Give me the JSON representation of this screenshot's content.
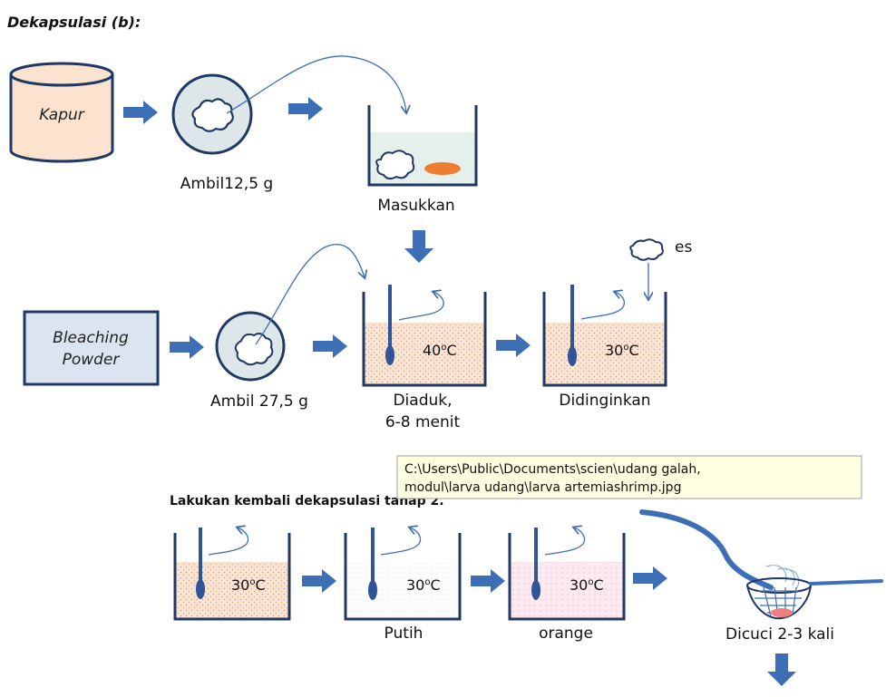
{
  "title": "Dekapsulasi (b):",
  "row1": {
    "container_label": "Kapur",
    "dish_label": "Ambil12,5 g",
    "tank_label": "Masukkan"
  },
  "row2": {
    "box_label_line1": "Bleaching",
    "box_label_line2": "Powder",
    "dish_label": "Ambil 27,5 g",
    "ice_label": "es",
    "beaker1_temp": "40",
    "beaker1_label_line1": "Diaduk,",
    "beaker1_label_line2": "6-8 menit",
    "beaker2_temp": "30",
    "beaker2_label": "Didinginkan"
  },
  "tooltip": {
    "line1": "C:\\Users\\Public\\Documents\\scien\\udang galah,",
    "line2": "modul\\larva udang\\larva artemiashrimp.jpg"
  },
  "row3": {
    "heading": "Lakukan kembali dekapsulasi  tahap  2.",
    "beaker1_temp": "30",
    "beaker2_temp": "30",
    "beaker2_label": "Putih",
    "beaker3_temp": "30",
    "beaker3_label": "orange",
    "wash_label": "Dicuci 2-3 kali"
  },
  "degree_symbol": "o",
  "temp_unit": "C",
  "colors": {
    "arrow": "#3d6fb6",
    "outline": "#1f3864",
    "kapur_fill": "#fbe3d0",
    "bleach_fill": "#dbe5f1",
    "dish_fill": "#dde7ea",
    "water_fill": "#e6f0ea",
    "pink_fill": "#fbe4e4",
    "orange": "#ed7d31"
  }
}
